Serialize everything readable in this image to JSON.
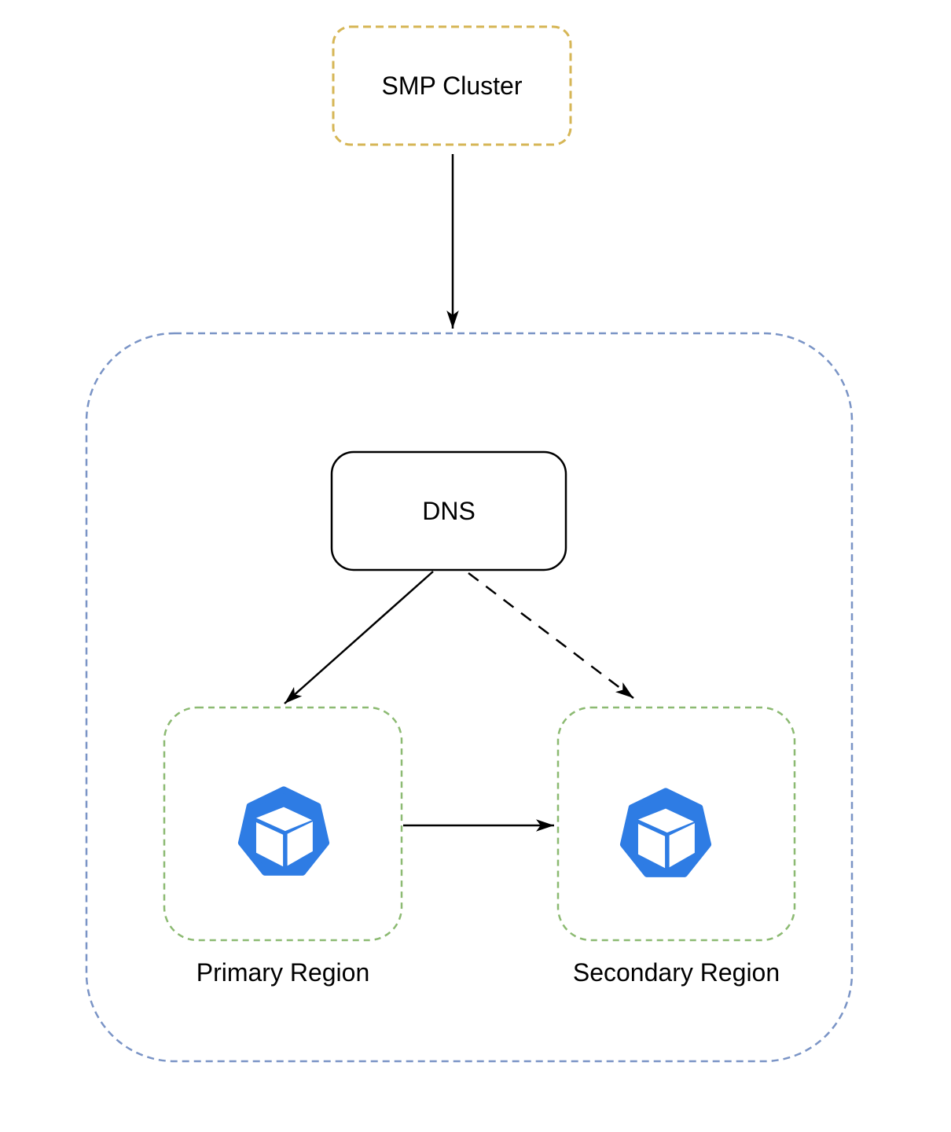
{
  "diagram": {
    "type": "architecture-diagram",
    "nodes": {
      "smp_cluster": {
        "label": "SMP Cluster",
        "border_color": "#D6B656",
        "border_style": "dashed",
        "fill": "#ffffff"
      },
      "boundary": {
        "label": "",
        "border_color": "#7A94C6",
        "border_style": "dashed",
        "fill": "#ffffff"
      },
      "dns": {
        "label": "DNS",
        "border_color": "#000000",
        "border_style": "solid",
        "fill": "#ffffff"
      },
      "primary_region": {
        "label": "Primary Region",
        "border_color": "#8CBA72",
        "border_style": "dashed",
        "fill": "#ffffff",
        "icon": "cube-in-heptagon-icon",
        "icon_color": "#2E7CE4"
      },
      "secondary_region": {
        "label": "Secondary Region",
        "border_color": "#8CBA72",
        "border_style": "dashed",
        "fill": "#ffffff",
        "icon": "cube-in-heptagon-icon",
        "icon_color": "#2E7CE4"
      }
    },
    "edges": [
      {
        "from": "smp_cluster",
        "to": "boundary",
        "style": "solid",
        "arrowhead": "filled"
      },
      {
        "from": "dns",
        "to": "primary_region",
        "style": "solid",
        "arrowhead": "filled"
      },
      {
        "from": "dns",
        "to": "secondary_region",
        "style": "dashed",
        "arrowhead": "filled"
      },
      {
        "from": "primary_region",
        "to": "secondary_region",
        "style": "solid",
        "arrowhead": "filled"
      }
    ],
    "colors": {
      "edge": "#000000",
      "text": "#000000",
      "smp_border": "#D6B656",
      "boundary_border": "#7A94C6",
      "region_border": "#8CBA72",
      "icon_blue": "#2E7CE4",
      "background": "#ffffff"
    }
  }
}
